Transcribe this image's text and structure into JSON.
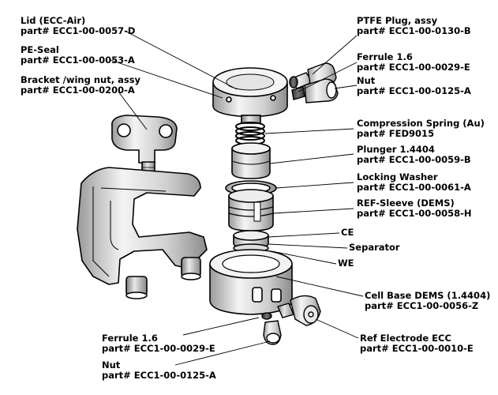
{
  "labels": {
    "lid": {
      "name": "Lid (ECC-Air)",
      "part": "part#  ECC1-00-0057-D"
    },
    "pe_seal": {
      "name": "PE-Seal",
      "part": "part#  ECC1-00-0053-A"
    },
    "bracket": {
      "name": "Bracket /wing nut, assy",
      "part": "part#  ECC1-00-0200-A"
    },
    "ptfe_plug": {
      "name": "PTFE Plug, assy",
      "part": "part#  ECC1-00-0130-B"
    },
    "ferrule_top": {
      "name": "Ferrule 1.6",
      "part": "part#  ECC1-00-0029-E"
    },
    "nut_top": {
      "name": "Nut",
      "part": "part#  ECC1-00-0125-A"
    },
    "spring": {
      "name": "Compression Spring (Au)",
      "part": "part#  FED9015"
    },
    "plunger": {
      "name": "Plunger 1.4404",
      "part": "part#  ECC1-00-0059-B"
    },
    "locking_washer": {
      "name": "Locking Washer",
      "part": "part#  ECC1-00-0061-A"
    },
    "ref_sleeve": {
      "name": "REF-Sleeve (DEMS)",
      "part": "part#  ECC1-00-0058-H"
    },
    "ce": {
      "name": "CE"
    },
    "separator": {
      "name": "Separator"
    },
    "we": {
      "name": "WE"
    },
    "cell_base": {
      "name": "Cell Base DEMS (1.4404)",
      "part": "part#  ECC1-00-0056-Z"
    },
    "ferrule_bottom": {
      "name": "Ferrule 1.6",
      "part": "part#  ECC1-00-0029-E"
    },
    "nut_bottom": {
      "name": "Nut",
      "part": "part#  ECC1-00-0125-A"
    },
    "ref_electrode": {
      "name": "Ref Electrode ECC",
      "part": "part#  ECC1-00-0010-E"
    }
  }
}
